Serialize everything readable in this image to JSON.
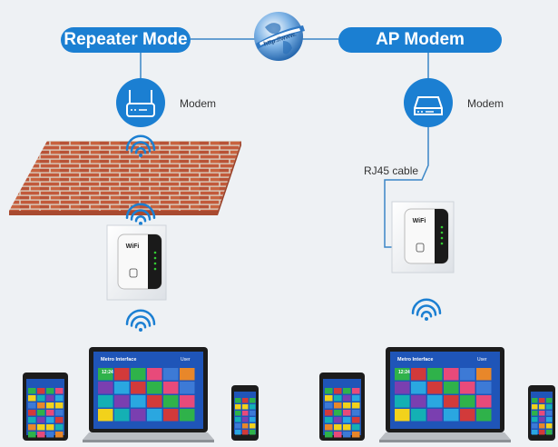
{
  "modes": {
    "repeater": {
      "title": "Repeater Mode",
      "modem_label": "Modem"
    },
    "ap": {
      "title": "AP Modem",
      "modem_label": "Modem",
      "cable_label": "RJ45 cable"
    }
  },
  "globe": {
    "text": "http://www."
  },
  "device": {
    "brand": "WiFi"
  },
  "screens": {
    "laptop_title": "Metro Interface",
    "laptop_user": "User",
    "clock": "12:24"
  },
  "colors": {
    "accent": "#1b7fd2",
    "background": "#eef1f4",
    "brick": "#c0583a"
  }
}
